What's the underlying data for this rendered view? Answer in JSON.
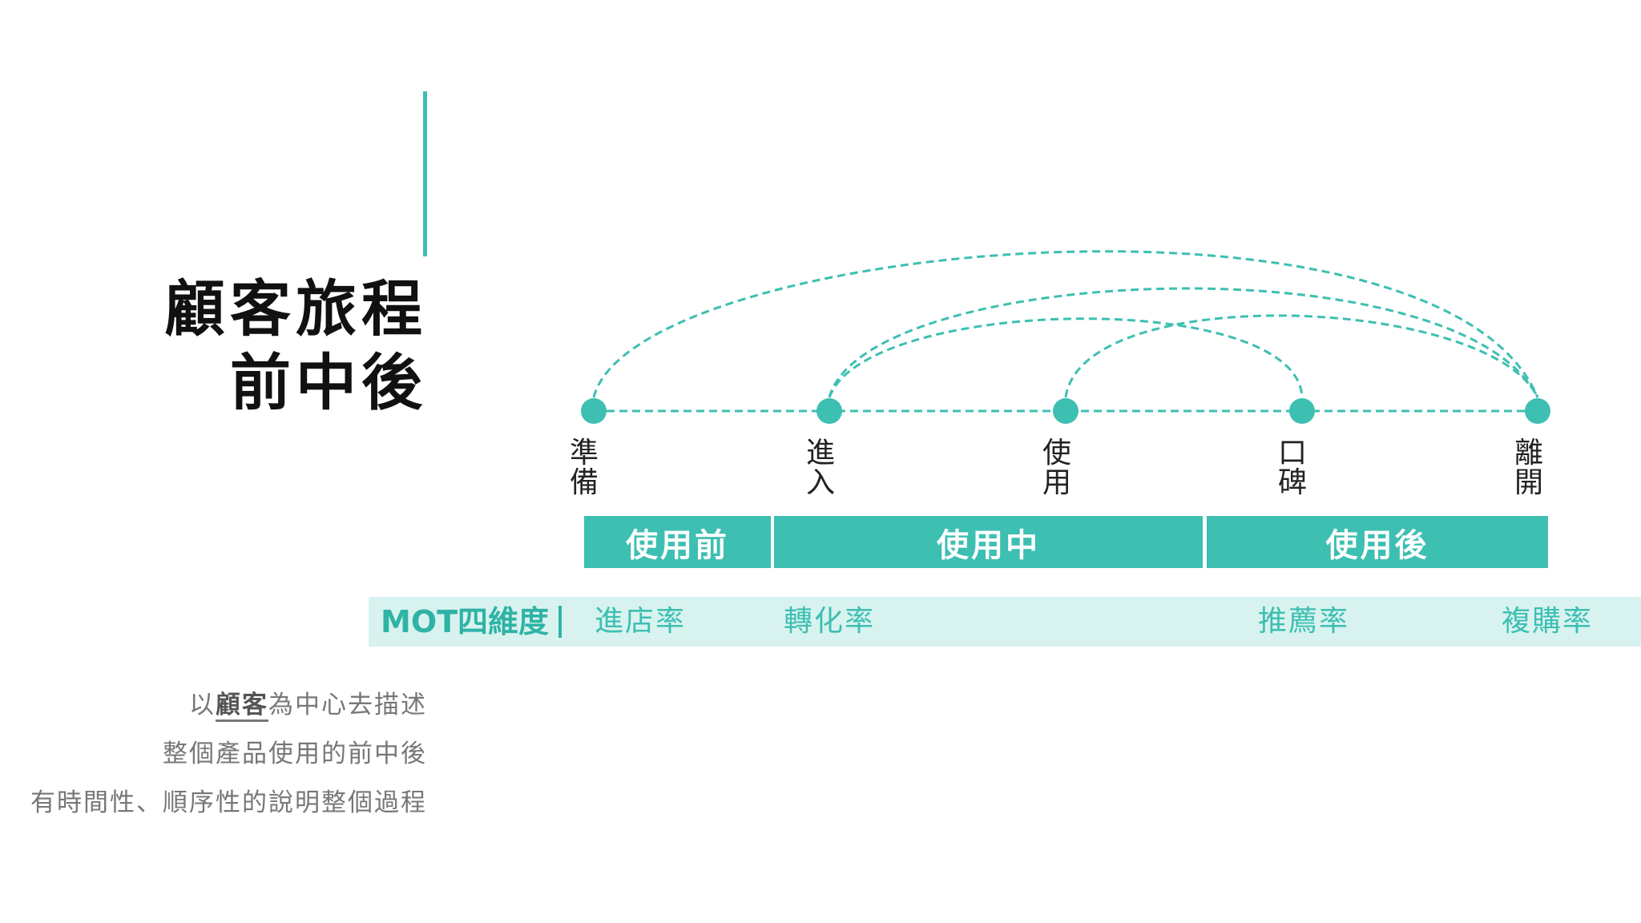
{
  "title": {
    "line1": "顧客旅程",
    "line2": "前中後"
  },
  "nodes": [
    {
      "label": "準備"
    },
    {
      "label": "進入"
    },
    {
      "label": "使用"
    },
    {
      "label": "口碑"
    },
    {
      "label": "離開"
    }
  ],
  "phases": [
    {
      "label": "使用前"
    },
    {
      "label": "使用中"
    },
    {
      "label": "使用後"
    }
  ],
  "mot": {
    "label": "MOT四維度",
    "metrics": [
      {
        "label": "進店率"
      },
      {
        "label": "轉化率"
      },
      {
        "label": "推薦率"
      },
      {
        "label": "複購率"
      }
    ]
  },
  "description": {
    "line1_prefix": "以",
    "line1_strong": "顧客",
    "line1_suffix": "為中心去描述",
    "line2": "整個產品使用的前中後",
    "line3": "有時間性、順序性的說明整個過程"
  },
  "colors": {
    "accent": "#3dbfb2",
    "mot_band": "#d8f3ef",
    "title_text": "#111111",
    "desc_text": "#777777"
  }
}
